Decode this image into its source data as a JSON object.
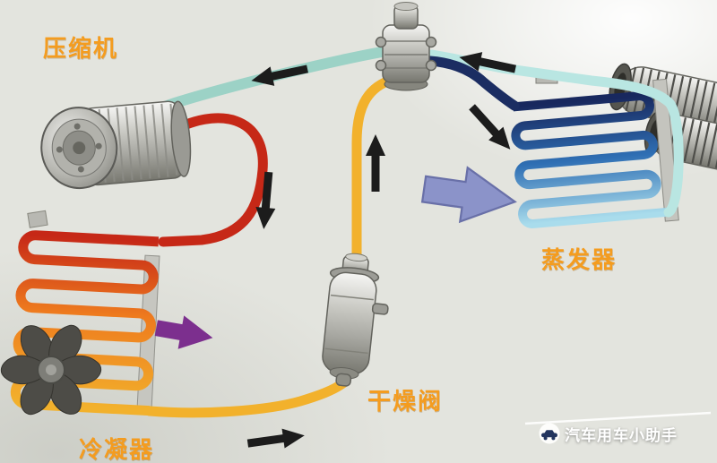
{
  "diagram": {
    "labels": {
      "compressor": "压缩机",
      "condenser": "冷凝器",
      "drier": "干燥阀",
      "evaporator": "蒸发器"
    },
    "watermark": {
      "text": "汽车用车小助手"
    },
    "colors": {
      "bg": "#e3e4de",
      "label_orange": "#f49c1f",
      "pipe_teal": "#9cd2c6",
      "pipe_cyan": "#b9e6e2",
      "pipe_navy": "#1b2d62",
      "pipe_red_top": "#c62817",
      "pipe_orange_mid": "#ee7b1e",
      "pipe_yellow": "#f2b12c",
      "evap_blue_top": "#18285e",
      "evap_blue_mid": "#2f6fb4",
      "evap_blue_bottom": "#a9dcec",
      "arrow_black": "#1c1c1c",
      "arrow_purple": "#7c2f8e",
      "arrow_violet": "#8b93c9"
    }
  }
}
